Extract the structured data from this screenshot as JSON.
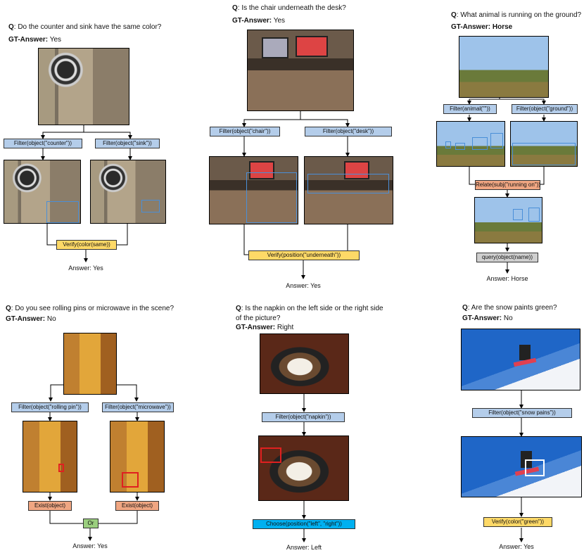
{
  "panels": [
    {
      "q_label": "Q",
      "question": ": Do the counter and sink have the same color?",
      "gt_label": "GT-Answer:",
      "gt_value": " Yes",
      "ops": [
        "Filter(object(\"counter\"))",
        "Filter(object(\"sink\"))",
        "Verify(color(same))"
      ],
      "answer": "Answer: Yes"
    },
    {
      "q_label": "Q",
      "question": ": Is the chair underneath the desk?",
      "gt_label": "GT-Answer:",
      "gt_value": " Yes",
      "ops": [
        "Filter(object(\"chair\"))",
        "Filter(object(\"desk\"))",
        "Verify(position(\"underneath\"))"
      ],
      "answer": "Answer: Yes"
    },
    {
      "q_label": "Q",
      "question": ": What animal is running on the ground?",
      "gt_label": "GT-Answer:",
      "gt_value": " Horse",
      "ops": [
        "Filter(animal(\"\"))",
        "Filter(object(\"ground\"))",
        "Relate(subj(\"running on\"))",
        "query(object(name))"
      ],
      "answer": "Answer: Horse"
    },
    {
      "q_label": "Q",
      "question": ": Do you see rolling pins or microwave in the scene?",
      "gt_label": "GT-Answer:",
      "gt_value": " No",
      "ops": [
        "Filter(object(\"rolling pin\"))",
        "Filter(object(\"microwave\"))",
        "Exist(object)",
        "Exist(object)",
        "Or"
      ],
      "answer": "Answer: Yes"
    },
    {
      "q_label": "Q",
      "question_lines": [
        ": Is the napkin on the left side or the right side",
        "of the picture?"
      ],
      "gt_label": "GT-Answer:",
      "gt_value": " Right",
      "ops": [
        "Filter(object(\"napkin\"))",
        "Choose(position(\"left\", \"right\"))"
      ],
      "answer": "Answer: Left"
    },
    {
      "q_label": "Q",
      "question": ": Are the snow paints green?",
      "gt_label": "GT-Answer:",
      "gt_value": " No",
      "ops": [
        "Filter(object(\"snow pains\"))",
        "Verify(color(\"green\"))"
      ],
      "answer": "Answer: Yes"
    }
  ],
  "colors": {
    "filter": "#b4cdea",
    "relate_exist": "#f0a682",
    "verify": "#fed967",
    "query": "#cfcfcf",
    "or": "#9bcf7f",
    "choose": "#00b0f0",
    "highlight_blue": "#4a8fd8",
    "highlight_red": "#e02020"
  }
}
